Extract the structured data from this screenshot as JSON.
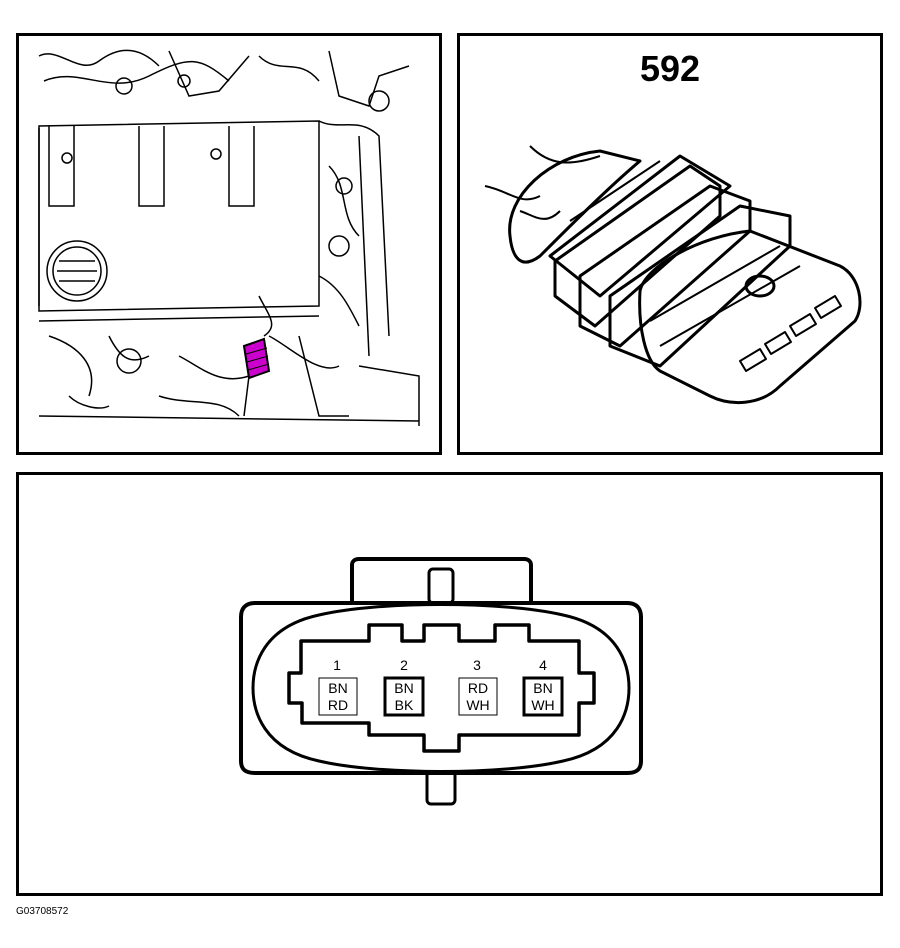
{
  "connector": {
    "number": "592",
    "highlight_color": "#cc00cc"
  },
  "pinout": {
    "pins": [
      {
        "number": "1",
        "color_top": "BN",
        "color_bottom": "RD",
        "emphasis": false
      },
      {
        "number": "2",
        "color_top": "BN",
        "color_bottom": "BK",
        "emphasis": true
      },
      {
        "number": "3",
        "color_top": "RD",
        "color_bottom": "WH",
        "emphasis": false
      },
      {
        "number": "4",
        "color_top": "BN",
        "color_bottom": "WH",
        "emphasis": true
      }
    ]
  },
  "figure_code": "G03708572"
}
